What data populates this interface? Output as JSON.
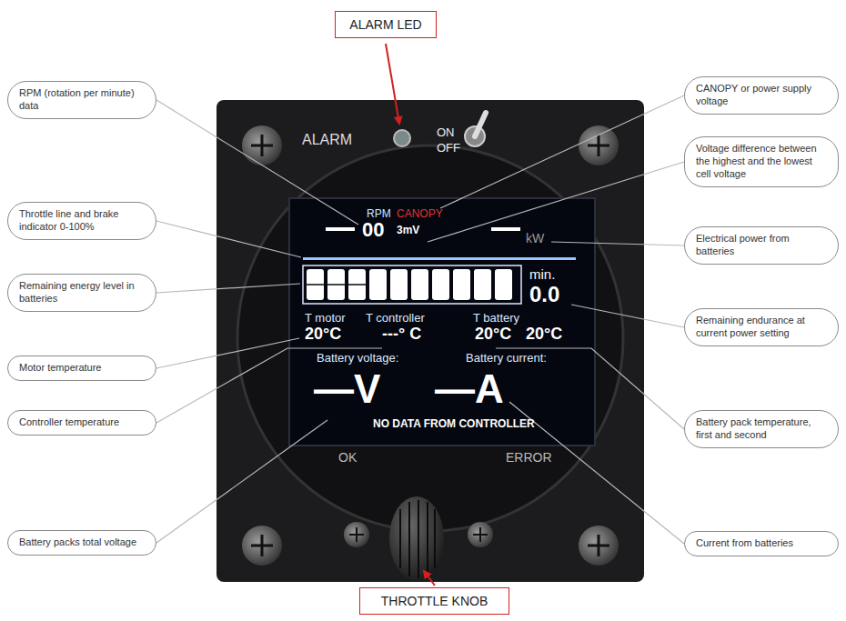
{
  "diagram": {
    "nodes": [
      {
        "text": [
          "ALARM LED"
        ]
      },
      {
        "text": [
          "RPM (rotation per minute) data"
        ]
      },
      {
        "text": [
          "Throttle line and brake indicator 0-100%"
        ]
      },
      {
        "text": [
          "Remaining energy level in batteries"
        ]
      },
      {
        "text": [
          "Motor temperature"
        ]
      },
      {
        "text": [
          "Controller temperature"
        ]
      },
      {
        "text": [
          "Battery packs total voltage"
        ]
      },
      {
        "text": [
          "CANOPY or power supply voltage"
        ]
      },
      {
        "text": [
          "Voltage difference between the highest and the lowest cell voltage"
        ]
      },
      {
        "text": [
          "Electrical power from batteries"
        ]
      },
      {
        "text": [
          "Remaining endurance at current power setting"
        ]
      },
      {
        "text": [
          "Battery pack temperature, first and second"
        ]
      },
      {
        "text": [
          "Current from batteries"
        ]
      },
      {
        "text": [
          "THROTTLE KNOB"
        ]
      }
    ],
    "labels": [
      "ALARM",
      "ON",
      "OFF",
      "RPM",
      "CANOPY",
      "00",
      "3mV",
      "kW",
      "min.",
      "0.0",
      "T motor",
      "T controller",
      "T battery",
      "20°C",
      "---° C",
      "20°C",
      "20°C",
      "Battery voltage:",
      "Battery current:",
      "—V",
      "—A",
      "NO DATA FROM CONTROLLER",
      "OK",
      "ERROR"
    ]
  }
}
